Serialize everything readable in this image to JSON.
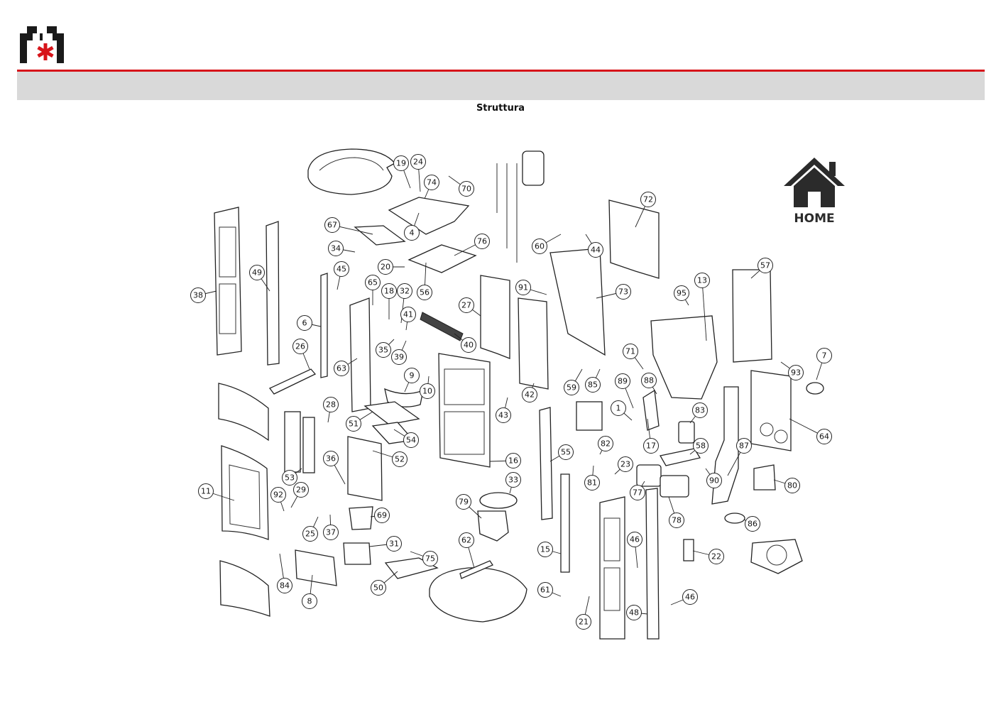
{
  "header": {
    "section_title": "Struttura",
    "accent_color": "#d7141a",
    "band_color": "#d9d9d9"
  },
  "logo": {
    "icon": "brand-logo-icon"
  },
  "home": {
    "label": "HOME",
    "icon": "house-icon"
  },
  "diagram": {
    "callouts": [
      "1",
      "4",
      "6",
      "7",
      "8",
      "9",
      "10",
      "11",
      "13",
      "15",
      "16",
      "17",
      "18",
      "19",
      "20",
      "21",
      "22",
      "23",
      "24",
      "25",
      "26",
      "27",
      "28",
      "29",
      "31",
      "32",
      "33",
      "34",
      "35",
      "36",
      "37",
      "38",
      "39",
      "40",
      "41",
      "42",
      "43",
      "44",
      "45",
      "46",
      "48",
      "49",
      "50",
      "51",
      "52",
      "53",
      "54",
      "55",
      "56",
      "57",
      "58",
      "59",
      "60",
      "61",
      "62",
      "63",
      "64",
      "65",
      "67",
      "69",
      "70",
      "71",
      "72",
      "73",
      "74",
      "75",
      "76",
      "77",
      "78",
      "79",
      "80",
      "81",
      "82",
      "83",
      "84",
      "85",
      "86",
      "87",
      "88",
      "89",
      "90",
      "91",
      "92",
      "93",
      "95"
    ]
  }
}
